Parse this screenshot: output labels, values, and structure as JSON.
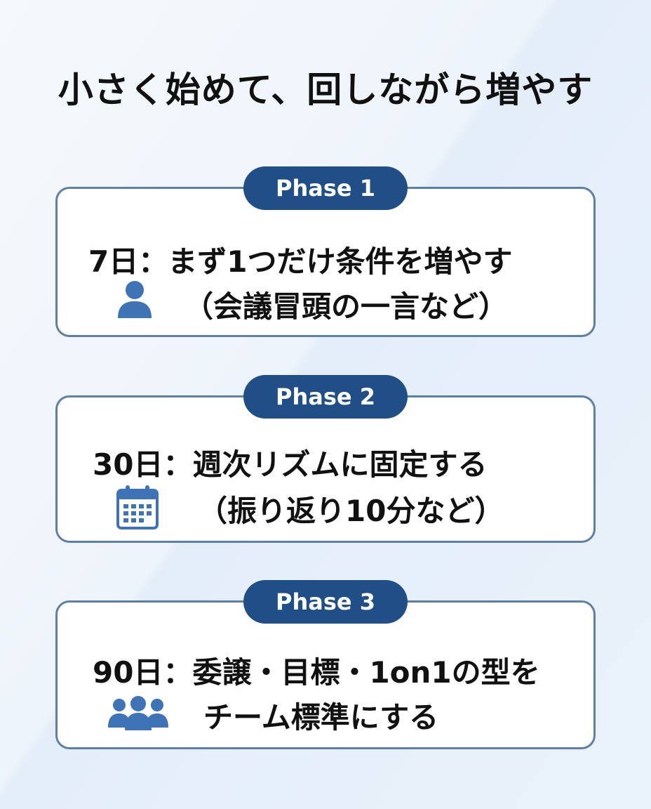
{
  "title": "小さく始めて、回しながら増やす",
  "colors": {
    "badge": "#1f4f86",
    "border": "#5d7fa8",
    "icon": "#3e74b5"
  },
  "phases": [
    {
      "badge": "Phase 1",
      "line1": "7日：まず1つだけ条件を増やす",
      "line2": "（会議冒頭の一言など）",
      "icon": "person-icon"
    },
    {
      "badge": "Phase 2",
      "line1": "30日：週次リズムに固定する",
      "line2": "（振り返り10分など）",
      "icon": "calendar-icon"
    },
    {
      "badge": "Phase 3",
      "line1": "90日：委譲・目標・1on1の型を",
      "line2": "チーム標準にする",
      "icon": "team-icon"
    }
  ]
}
